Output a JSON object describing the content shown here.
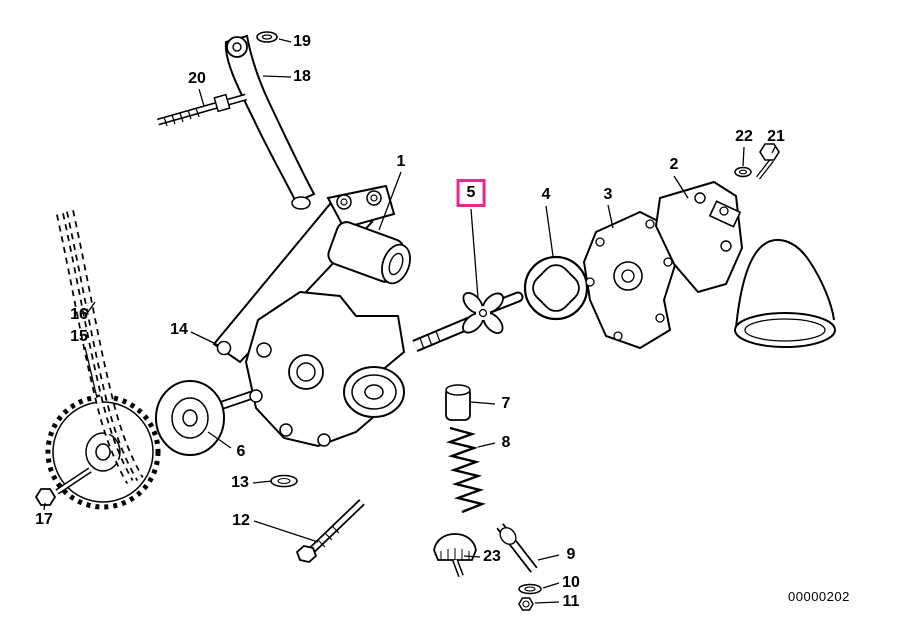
{
  "page": {
    "background": "#ffffff",
    "part_code": "00000202"
  },
  "diagram": {
    "type": "exploded-parts-diagram",
    "description": "Exploded view line drawing of an engine oil pump assembly with drive chain, sprocket, rotor, cover, intake funnel and fasteners",
    "line_color": "#000000",
    "highlight_color": "#ec268f",
    "callouts": [
      {
        "label": "1",
        "highlighted": false
      },
      {
        "label": "2",
        "highlighted": false
      },
      {
        "label": "3",
        "highlighted": false
      },
      {
        "label": "4",
        "highlighted": false
      },
      {
        "label": "5",
        "highlighted": true
      },
      {
        "label": "6",
        "highlighted": false
      },
      {
        "label": "7",
        "highlighted": false
      },
      {
        "label": "8",
        "highlighted": false
      },
      {
        "label": "9",
        "highlighted": false
      },
      {
        "label": "10",
        "highlighted": false
      },
      {
        "label": "11",
        "highlighted": false
      },
      {
        "label": "12",
        "highlighted": false
      },
      {
        "label": "13",
        "highlighted": false
      },
      {
        "label": "14",
        "highlighted": false
      },
      {
        "label": "15",
        "highlighted": false
      },
      {
        "label": "16",
        "highlighted": false
      },
      {
        "label": "17",
        "highlighted": false
      },
      {
        "label": "18",
        "highlighted": false
      },
      {
        "label": "19",
        "highlighted": false
      },
      {
        "label": "20",
        "highlighted": false
      },
      {
        "label": "21",
        "highlighted": false
      },
      {
        "label": "22",
        "highlighted": false
      },
      {
        "label": "23",
        "highlighted": false
      }
    ]
  }
}
